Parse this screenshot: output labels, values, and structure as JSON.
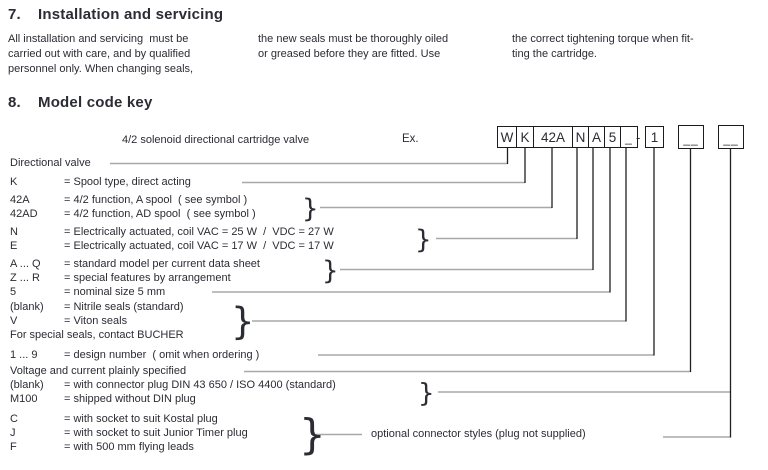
{
  "section7": {
    "number": "7.",
    "title": "Installation and servicing",
    "columns": [
      {
        "lines": [
          "All installation and servicing  must be",
          "carried out with care, and by qualified",
          "personnel only. When changing seals,"
        ]
      },
      {
        "lines": [
          "the new seals must be thoroughly oiled",
          "or greased before they are fitted. Use",
          ""
        ]
      },
      {
        "lines": [
          "the correct tightening torque when fit-",
          "ting the cartridge.",
          ""
        ]
      }
    ]
  },
  "section8": {
    "number": "8.",
    "title": "Model code key",
    "caption": "4/2 solenoid directional cartridge valve",
    "example_label": "Ex.",
    "separator": "-",
    "brace_glyph": "}",
    "code_boxes": [
      "W",
      "K",
      "42A",
      "N",
      "A",
      "5",
      "_",
      "1",
      "__",
      "__"
    ],
    "rows": [
      {
        "label": "Directional valve",
        "def": ""
      },
      {
        "label": "K",
        "def": "= Spool type, direct acting"
      },
      {
        "label": "42A",
        "def": "= 4/2 function, A spool  ( see symbol )"
      },
      {
        "label": "42AD",
        "def": "= 4/2 function, AD spool  ( see symbol )"
      },
      {
        "label": "N",
        "def": "= Electrically actuated, coil VAC = 25 W  /  VDC = 27 W"
      },
      {
        "label": "E",
        "def": "= Electrically actuated, coil VAC = 17 W  /  VDC = 17 W"
      },
      {
        "label": "A ... Q",
        "def": "= standard model per current data sheet"
      },
      {
        "label": "Z ... R",
        "def": "= special features by arrangement"
      },
      {
        "label": "5",
        "def": "= nominal size 5 mm"
      },
      {
        "label": "(blank)",
        "def": "= Nitrile seals (standard)"
      },
      {
        "label": "V",
        "def": "= Viton seals"
      },
      {
        "label": "For special seals, contact BUCHER",
        "def": ""
      },
      {
        "label": "1 ... 9",
        "def": "= design number  ( omit when ordering )"
      },
      {
        "label": "Voltage and current plainly specified",
        "def": ""
      },
      {
        "label": "(blank)",
        "def": "= with connector plug DIN 43 650 / ISO 4400 (standard)"
      },
      {
        "label": "M100",
        "def": "= shipped without DIN plug"
      },
      {
        "label": "C",
        "def": "= with socket to suit Kostal plug"
      },
      {
        "label": "J",
        "def": "= with socket to suit Junior Timer plug"
      },
      {
        "label": "F",
        "def": "= with 500 mm flying leads"
      }
    ],
    "annotation": "optional connector styles (plug not supplied)"
  },
  "colors": {
    "text": "#2b2c34",
    "box_border": "#1c1c1e",
    "hline": "#a8a8a8",
    "vline": "#1f1f22"
  }
}
